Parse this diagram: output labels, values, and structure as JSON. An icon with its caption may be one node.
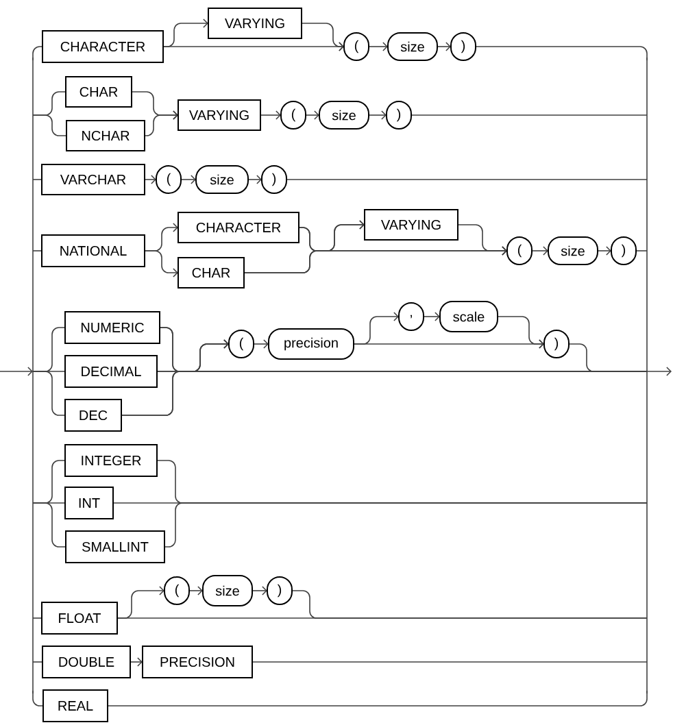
{
  "diagram": {
    "nodes": [
      {
        "text": [
          "CHARACTER"
        ]
      },
      {
        "text": [
          "VARYING"
        ]
      },
      {
        "text": [
          "("
        ]
      },
      {
        "text": [
          "size"
        ]
      },
      {
        "text": [
          ")"
        ]
      },
      {
        "text": [
          "CHAR"
        ]
      },
      {
        "text": [
          "NCHAR"
        ]
      },
      {
        "text": [
          "VARYING"
        ]
      },
      {
        "text": [
          "("
        ]
      },
      {
        "text": [
          "size"
        ]
      },
      {
        "text": [
          ")"
        ]
      },
      {
        "text": [
          "VARCHAR"
        ]
      },
      {
        "text": [
          "("
        ]
      },
      {
        "text": [
          "size"
        ]
      },
      {
        "text": [
          ")"
        ]
      },
      {
        "text": [
          "NATIONAL"
        ]
      },
      {
        "text": [
          "CHARACTER"
        ]
      },
      {
        "text": [
          "CHAR"
        ]
      },
      {
        "text": [
          "VARYING"
        ]
      },
      {
        "text": [
          "("
        ]
      },
      {
        "text": [
          "size"
        ]
      },
      {
        "text": [
          ")"
        ]
      },
      {
        "text": [
          "NUMERIC"
        ]
      },
      {
        "text": [
          "DECIMAL"
        ]
      },
      {
        "text": [
          "DEC"
        ]
      },
      {
        "text": [
          "("
        ]
      },
      {
        "text": [
          "precision"
        ]
      },
      {
        "text": [
          ","
        ]
      },
      {
        "text": [
          "scale"
        ]
      },
      {
        "text": [
          ")"
        ]
      },
      {
        "text": [
          "INTEGER"
        ]
      },
      {
        "text": [
          "INT"
        ]
      },
      {
        "text": [
          "SMALLINT"
        ]
      },
      {
        "text": [
          "FLOAT"
        ]
      },
      {
        "text": [
          "("
        ]
      },
      {
        "text": [
          "size"
        ]
      },
      {
        "text": [
          ")"
        ]
      },
      {
        "text": [
          "DOUBLE"
        ]
      },
      {
        "text": [
          "PRECISION"
        ]
      },
      {
        "text": [
          "REAL"
        ]
      },
      {
        "text": [],
        "shape": "bar"
      },
      {
        "text": [],
        "shape": "bar"
      }
    ],
    "edges": [
      {
        "from": 0,
        "to": 1,
        "arrow": "to"
      },
      {
        "from": 0,
        "to": 2,
        "arrow": "to"
      },
      {
        "from": 1,
        "to": 2,
        "arrow": "to"
      },
      {
        "from": 2,
        "to": 3,
        "arrow": "to"
      },
      {
        "from": 3,
        "to": 4,
        "arrow": "to"
      },
      {
        "from": 5,
        "to": 7,
        "arrow": "to"
      },
      {
        "from": 6,
        "to": 7,
        "arrow": "to"
      },
      {
        "from": 7,
        "to": 8,
        "arrow": "to"
      },
      {
        "from": 8,
        "to": 9,
        "arrow": "to"
      },
      {
        "from": 9,
        "to": 10,
        "arrow": "to"
      },
      {
        "from": 11,
        "to": 12,
        "arrow": "to"
      },
      {
        "from": 12,
        "to": 13,
        "arrow": "to"
      },
      {
        "from": 13,
        "to": 14,
        "arrow": "to"
      },
      {
        "from": 15,
        "to": 16,
        "arrow": "to"
      },
      {
        "from": 15,
        "to": 17,
        "arrow": "to"
      },
      {
        "from": 16,
        "to": 18,
        "arrow": "to"
      },
      {
        "from": 16,
        "to": 19,
        "arrow": "to"
      },
      {
        "from": 17,
        "to": 18,
        "arrow": "to"
      },
      {
        "from": 17,
        "to": 19,
        "arrow": "to"
      },
      {
        "from": 18,
        "to": 19,
        "arrow": "to"
      },
      {
        "from": 19,
        "to": 20,
        "arrow": "to"
      },
      {
        "from": 20,
        "to": 21,
        "arrow": "to"
      },
      {
        "from": 22,
        "to": 25,
        "arrow": "to"
      },
      {
        "from": 23,
        "to": 25,
        "arrow": "to"
      },
      {
        "from": 24,
        "to": 25,
        "arrow": "to"
      },
      {
        "from": 25,
        "to": 26,
        "arrow": "to"
      },
      {
        "from": 26,
        "to": 27,
        "arrow": "to"
      },
      {
        "from": 26,
        "to": 29,
        "arrow": "to"
      },
      {
        "from": 27,
        "to": 28,
        "arrow": "to"
      },
      {
        "from": 28,
        "to": 29,
        "arrow": "to"
      },
      {
        "from": 33,
        "to": 34,
        "arrow": "to"
      },
      {
        "from": 34,
        "to": 35,
        "arrow": "to"
      },
      {
        "from": 35,
        "to": 36,
        "arrow": "to"
      },
      {
        "from": 37,
        "to": 38,
        "arrow": "to"
      },
      {
        "from": null,
        "to": 40,
        "arrow": "to"
      },
      {
        "from": 40,
        "to": 0,
        "arrow": "none"
      },
      {
        "from": 40,
        "to": 5,
        "arrow": "none"
      },
      {
        "from": 40,
        "to": 6,
        "arrow": "none"
      },
      {
        "from": 40,
        "to": 11,
        "arrow": "none"
      },
      {
        "from": 40,
        "to": 15,
        "arrow": "none"
      },
      {
        "from": 40,
        "to": 22,
        "arrow": "none"
      },
      {
        "from": 40,
        "to": 23,
        "arrow": "none"
      },
      {
        "from": 40,
        "to": 24,
        "arrow": "none"
      },
      {
        "from": 40,
        "to": 30,
        "arrow": "none"
      },
      {
        "from": 40,
        "to": 31,
        "arrow": "none"
      },
      {
        "from": 40,
        "to": 32,
        "arrow": "none"
      },
      {
        "from": 40,
        "to": 33,
        "arrow": "none"
      },
      {
        "from": 40,
        "to": 37,
        "arrow": "none"
      },
      {
        "from": 40,
        "to": 39,
        "arrow": "none"
      },
      {
        "from": 4,
        "to": 41,
        "arrow": "none"
      },
      {
        "from": 10,
        "to": 41,
        "arrow": "none"
      },
      {
        "from": 14,
        "to": 41,
        "arrow": "none"
      },
      {
        "from": 21,
        "to": 41,
        "arrow": "none"
      },
      {
        "from": 22,
        "to": 41,
        "arrow": "none"
      },
      {
        "from": 23,
        "to": 41,
        "arrow": "none"
      },
      {
        "from": 24,
        "to": 41,
        "arrow": "none"
      },
      {
        "from": 29,
        "to": 41,
        "arrow": "none"
      },
      {
        "from": 30,
        "to": 41,
        "arrow": "none"
      },
      {
        "from": 31,
        "to": 41,
        "arrow": "none"
      },
      {
        "from": 32,
        "to": 41,
        "arrow": "none"
      },
      {
        "from": 33,
        "to": 41,
        "arrow": "none"
      },
      {
        "from": 36,
        "to": 41,
        "arrow": "none"
      },
      {
        "from": 38,
        "to": 41,
        "arrow": "none"
      },
      {
        "from": 39,
        "to": 41,
        "arrow": "none"
      },
      {
        "from": 41,
        "to": null,
        "arrow": "to"
      }
    ]
  }
}
